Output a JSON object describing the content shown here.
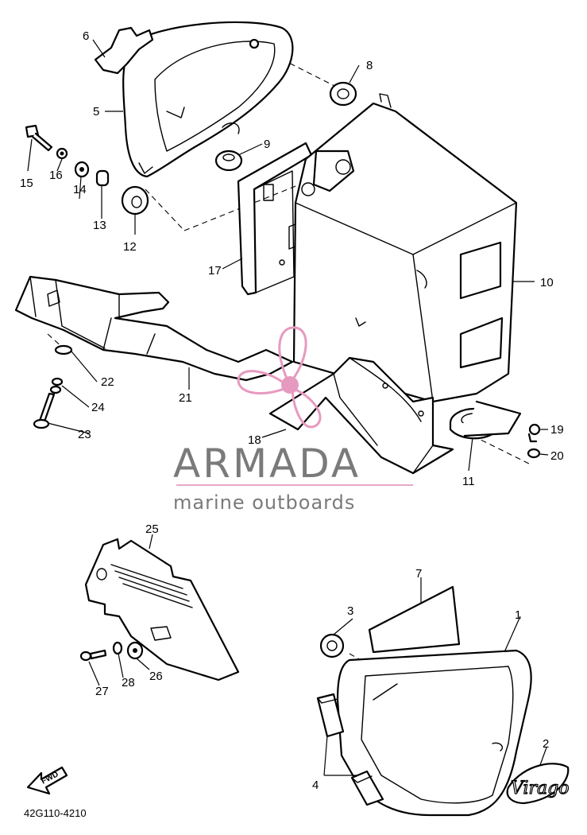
{
  "diagram_code": "42G110-4210",
  "watermark": {
    "title": "ARMADA",
    "subtitle": "marine outboards"
  },
  "fwd_label": "FWD",
  "emblem_text": "Virago",
  "callouts": [
    "1",
    "2",
    "3",
    "4",
    "5",
    "6",
    "7",
    "8",
    "9",
    "10",
    "11",
    "12",
    "13",
    "14",
    "15",
    "16",
    "17",
    "18",
    "19",
    "20",
    "21",
    "22",
    "23",
    "24",
    "25",
    "26",
    "27",
    "28"
  ],
  "colors": {
    "line": "#000000",
    "watermark_text": "#7a7a7a",
    "watermark_accent": "#e79abf"
  }
}
